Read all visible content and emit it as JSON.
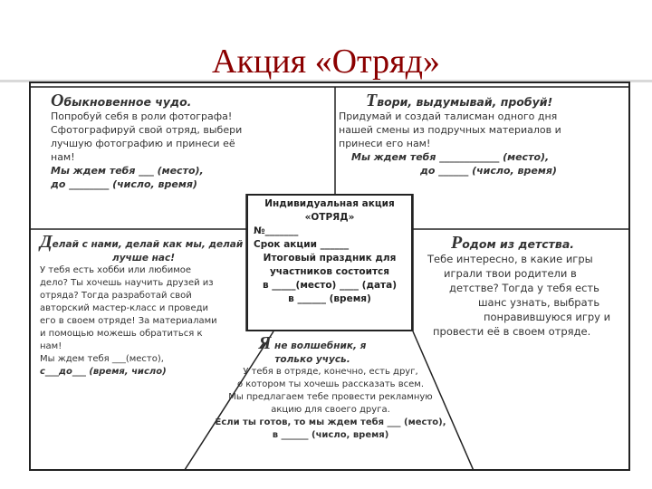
{
  "title": "Акция «Отряд»",
  "top_left": {
    "cap": "О",
    "heading_rest": "быкновенное чудо.",
    "lines": [
      "Попробуй себя в роли фотографа!",
      "Сфотографируй свой отряд, выбери",
      "лучшую фотографию и принеси её",
      "нам!"
    ],
    "wait_line": "Мы ждем тебя ___ (место),",
    "date_line": "до ________ (число, время)"
  },
  "top_right": {
    "cap": "Т",
    "heading_rest": "вори, выдумывай, пробуй!",
    "lines": [
      "Придумай и создай талисман одного дня",
      "нашей смены из подручных материалов и",
      "принеси его нам!"
    ],
    "wait_line": "Мы ждем тебя ____________ (место),",
    "date_line": "до ______ (число, время)"
  },
  "center": {
    "lines": [
      "Индивидуальная акция",
      "«ОТРЯД»",
      "№_______",
      "Срок акции ______",
      "Итоговый праздник для",
      "участников состоится",
      "в _____(место) ____ (дата)",
      "в ______ (время)"
    ]
  },
  "mid_left": {
    "cap": "Д",
    "heading_rest": "елай с нами, делай как мы, делай",
    "heading_line2": "лучше нас!",
    "lines": [
      "У тебя есть хобби или любимое",
      "дело? Ты хочешь научить друзей из",
      "отряда? Тогда разработай свой",
      "авторский мастер-класс и проведи",
      "его в своем отряде! За материалами",
      "и помощью можешь обратиться к",
      "нам!",
      "Мы ждем тебя ___(место),"
    ],
    "date_line": "с___до___ (время, число)"
  },
  "mid_right": {
    "cap": "Р",
    "heading_rest": "одом из детства.",
    "lines": [
      "Тебе интересно, в какие игры",
      "играли твои родители в",
      "детстве? Тогда у тебя есть",
      "шанс узнать, выбрать",
      "понравившуюся игру и",
      "провести её в своем отряде."
    ]
  },
  "bottom": {
    "cap": "Я",
    "heading_rest": " не волшебник, я",
    "heading_line2": "только учусь.",
    "lines": [
      "У тебя в отряде, конечно, есть друг,",
      "о котором ты хочешь рассказать всем.",
      "Мы предлагаем тебе провести рекламную",
      "акцию для своего друга."
    ],
    "wait_line": "Если ты готов, то мы ждем тебя ___ (место),",
    "date_line": "в ______ (число, время)"
  }
}
